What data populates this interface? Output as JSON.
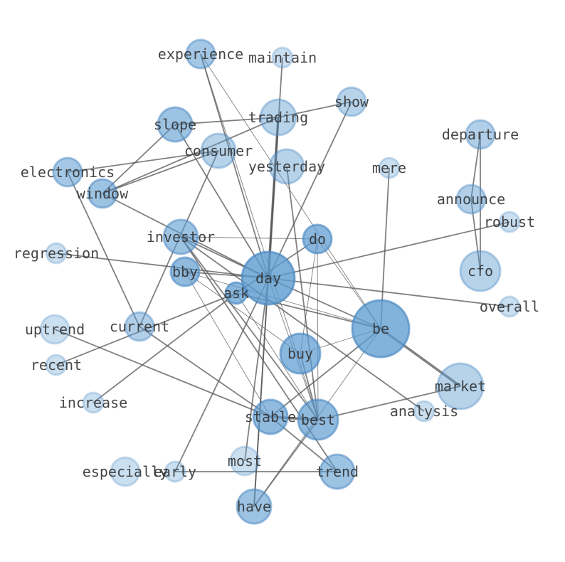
{
  "graph": {
    "nodes": [
      {
        "id": "experience",
        "label": "experience"
      },
      {
        "id": "maintain",
        "label": "maintain"
      },
      {
        "id": "show",
        "label": "show"
      },
      {
        "id": "trading",
        "label": "trading"
      },
      {
        "id": "slope",
        "label": "slope"
      },
      {
        "id": "consumer",
        "label": "consumer"
      },
      {
        "id": "departure",
        "label": "departure"
      },
      {
        "id": "yesterday",
        "label": "yesterday"
      },
      {
        "id": "mere",
        "label": "mere"
      },
      {
        "id": "electronics",
        "label": "electronics"
      },
      {
        "id": "window",
        "label": "window"
      },
      {
        "id": "announce",
        "label": "announce"
      },
      {
        "id": "robust",
        "label": "robust"
      },
      {
        "id": "investor",
        "label": "investor"
      },
      {
        "id": "do",
        "label": "do"
      },
      {
        "id": "regression",
        "label": "regression"
      },
      {
        "id": "cfo",
        "label": "cfo"
      },
      {
        "id": "day",
        "label": "day"
      },
      {
        "id": "bby",
        "label": "bby"
      },
      {
        "id": "ask",
        "label": "ask"
      },
      {
        "id": "overall",
        "label": "overall"
      },
      {
        "id": "be",
        "label": "be"
      },
      {
        "id": "current",
        "label": "current"
      },
      {
        "id": "uptrend",
        "label": "uptrend"
      },
      {
        "id": "buy",
        "label": "buy"
      },
      {
        "id": "recent",
        "label": "recent"
      },
      {
        "id": "market",
        "label": "market"
      },
      {
        "id": "increase",
        "label": "increase"
      },
      {
        "id": "analysis",
        "label": "analysis"
      },
      {
        "id": "stable",
        "label": "stable"
      },
      {
        "id": "best",
        "label": "best"
      },
      {
        "id": "most",
        "label": "most"
      },
      {
        "id": "especially",
        "label": "especially"
      },
      {
        "id": "early",
        "label": "early"
      },
      {
        "id": "trend",
        "label": "trend"
      },
      {
        "id": "have",
        "label": "have"
      }
    ],
    "edges": [
      [
        "experience",
        "day"
      ],
      [
        "experience",
        "best"
      ],
      [
        "experience",
        "be"
      ],
      [
        "maintain",
        "day"
      ],
      [
        "trading",
        "slope"
      ],
      [
        "trading",
        "show"
      ],
      [
        "trading",
        "day"
      ],
      [
        "show",
        "day"
      ],
      [
        "slope",
        "day"
      ],
      [
        "slope",
        "window"
      ],
      [
        "consumer",
        "electronics"
      ],
      [
        "consumer",
        "window"
      ],
      [
        "consumer",
        "current"
      ],
      [
        "trading",
        "window"
      ],
      [
        "trading",
        "have"
      ],
      [
        "yesterday",
        "best"
      ],
      [
        "departure",
        "announce"
      ],
      [
        "departure",
        "cfo"
      ],
      [
        "announce",
        "cfo"
      ],
      [
        "mere",
        "be"
      ],
      [
        "electronics",
        "current"
      ],
      [
        "window",
        "day"
      ],
      [
        "robust",
        "day"
      ],
      [
        "investor",
        "do"
      ],
      [
        "investor",
        "day"
      ],
      [
        "investor",
        "best"
      ],
      [
        "investor",
        "analysis"
      ],
      [
        "investor",
        "trend"
      ],
      [
        "do",
        "ask"
      ],
      [
        "do",
        "best"
      ],
      [
        "do",
        "buy"
      ],
      [
        "do",
        "be"
      ],
      [
        "regression",
        "day"
      ],
      [
        "day",
        "overall"
      ],
      [
        "day",
        "have"
      ],
      [
        "day",
        "early"
      ],
      [
        "day",
        "most"
      ],
      [
        "ask",
        "increase"
      ],
      [
        "ask",
        "recent"
      ],
      [
        "ask",
        "be"
      ],
      [
        "bby",
        "day"
      ],
      [
        "bby",
        "be"
      ],
      [
        "bby",
        "stable"
      ],
      [
        "bby",
        "buy"
      ],
      [
        "be",
        "market"
      ],
      [
        "be",
        "stable"
      ],
      [
        "be",
        "have"
      ],
      [
        "be",
        "buy"
      ],
      [
        "uptrend",
        "stable"
      ],
      [
        "stable",
        "trend"
      ],
      [
        "stable",
        "current"
      ],
      [
        "best",
        "market"
      ],
      [
        "best",
        "stable"
      ],
      [
        "best",
        "have"
      ],
      [
        "best",
        "day"
      ],
      [
        "best",
        "buy"
      ],
      [
        "early",
        "trend"
      ],
      [
        "ask",
        "best"
      ],
      [
        "day",
        "be"
      ]
    ]
  },
  "colors": {
    "node_fill": "#5b9bd0",
    "node_stroke": "#4a88c2",
    "edge": "#555555",
    "label": "#333333"
  }
}
